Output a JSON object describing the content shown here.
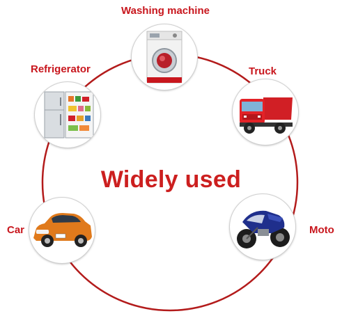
{
  "headline": "Widely used",
  "accent_color": "#c8161d",
  "ring_color": "#b31b1b",
  "nodes": {
    "washing_machine": {
      "label": "Washing machine",
      "icon": "washing-machine-icon"
    },
    "refrigerator": {
      "label": "Refrigerator",
      "icon": "refrigerator-icon"
    },
    "truck": {
      "label": "Truck",
      "icon": "truck-icon"
    },
    "car": {
      "label": "Car",
      "icon": "car-icon"
    },
    "moto": {
      "label": "Moto",
      "icon": "motorcycle-icon"
    }
  }
}
